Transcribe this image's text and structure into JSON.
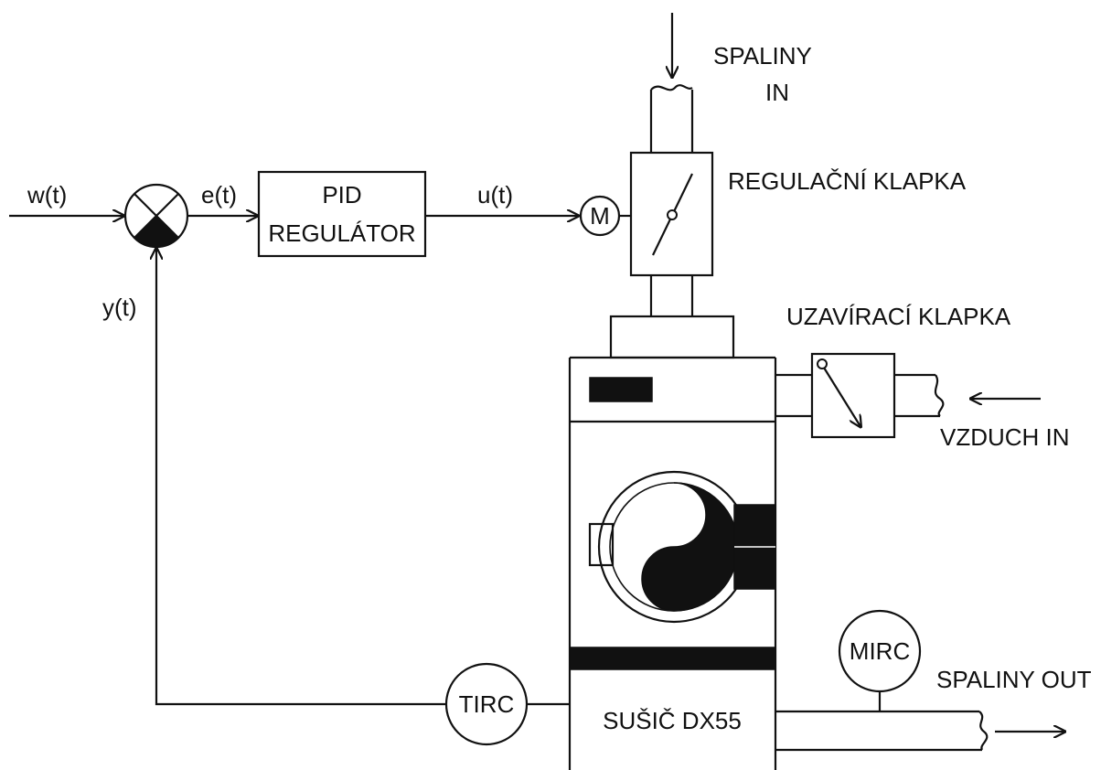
{
  "signals": {
    "w": "w(t)",
    "e": "e(t)",
    "u": "u(t)",
    "y": "y(t)"
  },
  "blocks": {
    "pid_line1": "PID",
    "pid_line2": "REGULÁTOR",
    "motor": "M",
    "tirc": "TIRC",
    "mirc": "MIRC",
    "dryer": "SUŠIČ DX55"
  },
  "labels": {
    "flue_in_line1": "SPALINY",
    "flue_in_line2": "IN",
    "control_damper": "REGULAČNÍ KLAPKA",
    "shutoff_damper": "UZAVÍRACÍ KLAPKA",
    "air_in": "VZDUCH IN",
    "flue_out": "SPALINY OUT"
  }
}
